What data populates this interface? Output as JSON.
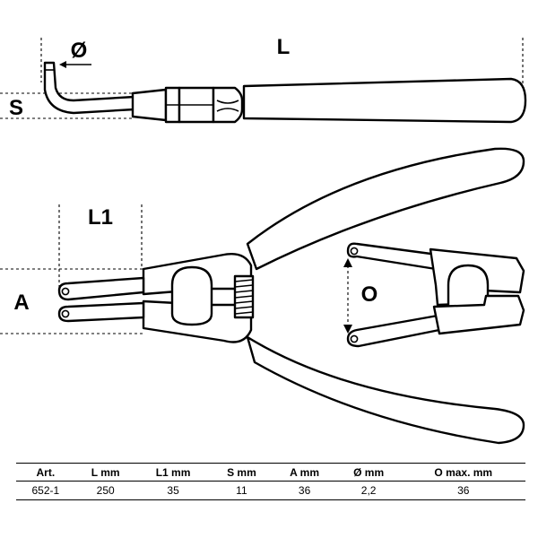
{
  "labels": {
    "L": "L",
    "S": "S",
    "diameter": "Ø",
    "L1": "L1",
    "A": "A",
    "O": "O"
  },
  "table": {
    "headers": [
      "Art.",
      "L  mm",
      "L1  mm",
      "S  mm",
      "A  mm",
      "Ø  mm",
      "O  max. mm"
    ],
    "rows": [
      [
        "652-1",
        "250",
        "35",
        "11",
        "36",
        "2,2",
        "36"
      ]
    ]
  }
}
